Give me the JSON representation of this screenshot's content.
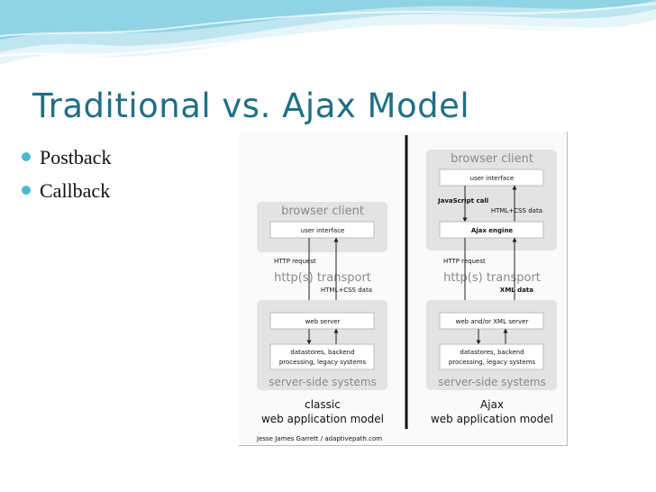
{
  "slide": {
    "title": "Traditional vs. Ajax Model",
    "bullets": [
      "Postback",
      "Callback"
    ]
  },
  "diagram": {
    "classic": {
      "browser_client": "browser client",
      "user_interface": "user interface",
      "http_request": "HTTP request",
      "transport": "http(s) transport",
      "response_data": "HTML+CSS data",
      "web_server": "web server",
      "backend": [
        "datastores, backend",
        "processing, legacy systems"
      ],
      "server_side": "server-side systems",
      "caption": [
        "classic",
        "web application model"
      ],
      "credit": "Jesse James Garrett / adaptivepath.com"
    },
    "ajax": {
      "browser_client": "browser client",
      "user_interface": "user interface",
      "js_call": "JavaScript call",
      "html_css": "HTML+CSS data",
      "ajax_engine": "Ajax engine",
      "http_request": "HTTP request",
      "transport": "http(s) transport",
      "response_data": "XML data",
      "web_server": "web and/or XML server",
      "backend": [
        "datastores, backend",
        "processing, legacy systems"
      ],
      "server_side": "server-side systems",
      "caption": [
        "Ajax",
        "web application model"
      ]
    }
  },
  "colors": {
    "title": "#1f6f86",
    "bullet": "#4bb8d0",
    "wave_dark": "#7fcde0",
    "wave_light": "#d8f0f6"
  }
}
